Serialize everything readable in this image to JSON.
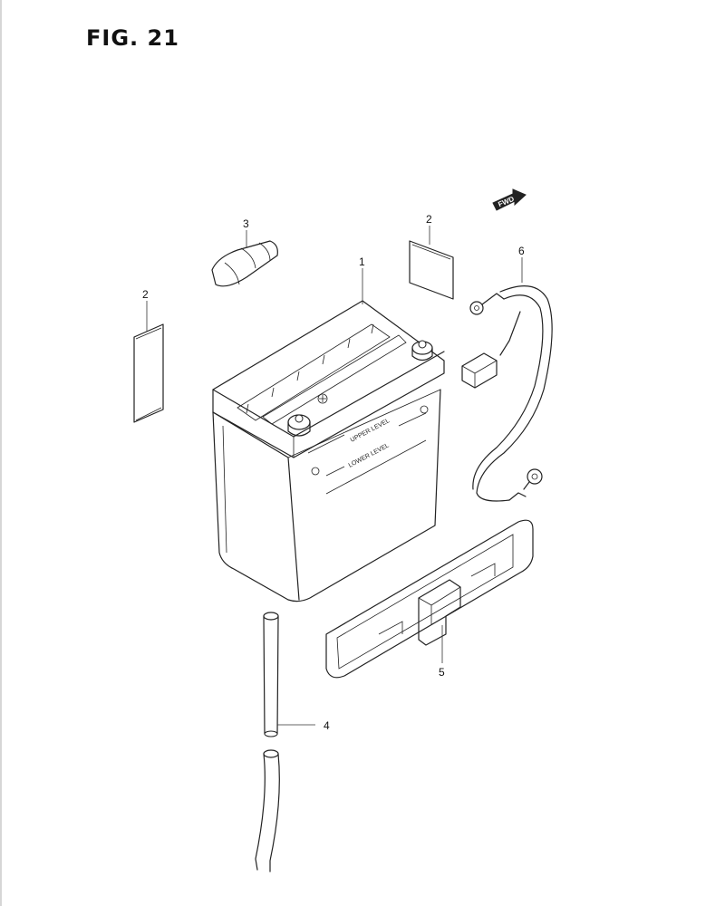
{
  "figure": {
    "title": "FIG. 21"
  },
  "fwd_label": "FWD",
  "battery_labels": {
    "upper": "UPPER LEVEL",
    "lower": "LOWER LEVEL"
  },
  "callouts": {
    "battery": "1",
    "pad_left": "2",
    "pad_right": "2",
    "cover": "3",
    "breather_hose": "4",
    "holder_band": "5",
    "lead_wire": "6"
  }
}
